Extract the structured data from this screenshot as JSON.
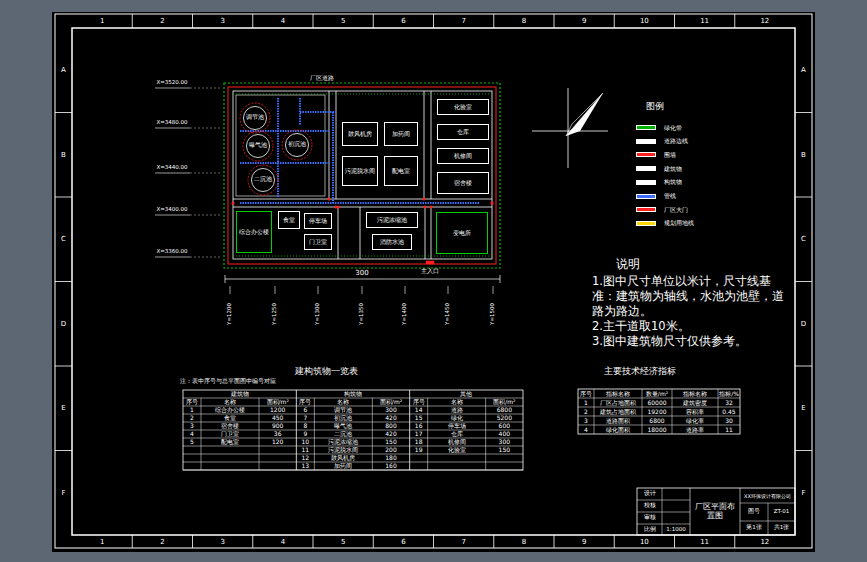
{
  "diagram": {
    "title": "厂区平面布置图",
    "nodes": [
      {
        "text": [
          "鼓风机房"
        ]
      },
      {
        "text": [
          "加药间"
        ]
      },
      {
        "text": [
          "污泥脱水间"
        ]
      },
      {
        "text": [
          "配电室"
        ]
      },
      {
        "text": [
          "化验室"
        ]
      },
      {
        "text": [
          "仓库"
        ]
      },
      {
        "text": [
          "机修间"
        ]
      },
      {
        "text": [
          "宿舍楼"
        ]
      },
      {
        "text": [
          "调节池"
        ]
      },
      {
        "text": [
          "初沉池"
        ]
      },
      {
        "text": [
          "曝气池"
        ]
      },
      {
        "text": [
          "二沉池"
        ]
      },
      {
        "text": [
          "综合办公楼"
        ]
      },
      {
        "text": [
          "食堂"
        ]
      },
      {
        "text": [
          "停车场"
        ]
      },
      {
        "text": [
          "门卫室"
        ]
      },
      {
        "text": [
          "污泥浓缩池"
        ]
      },
      {
        "text": [
          "消防水池"
        ]
      },
      {
        "text": [
          "变电所"
        ]
      }
    ],
    "labels": [
      "1",
      "2",
      "3",
      "4",
      "5",
      "6",
      "7",
      "8",
      "9",
      "10",
      "11",
      "12",
      "1",
      "2",
      "3",
      "4",
      "5",
      "6",
      "7",
      "8",
      "9",
      "10",
      "11",
      "12",
      "A",
      "B",
      "C",
      "D",
      "E",
      "F",
      "A",
      "B",
      "C",
      "D",
      "E",
      "F",
      "300",
      "主入口",
      "X=3520.00",
      "X=3480.00",
      "X=3440.00",
      "X=3400.00",
      "X=3360.00",
      "Y=1200",
      "Y=1250",
      "Y=1300",
      "Y=1350",
      "Y=1400",
      "Y=1450",
      "Y=1500",
      "厂区道路",
      "图例",
      "说明",
      "1.图中尺寸单位以米计，尺寸线基准：建筑物为轴线，水池为池壁，道路为路边。",
      "2.主干道取10米。",
      "3.图中建筑物尺寸仅供参考。",
      "建构筑物一览表",
      "注：表中序号与总平面图中编号对应",
      "建筑物",
      "构筑物",
      "其他",
      "序号",
      "名称",
      "面积/m²",
      "序号",
      "名称",
      "面积/m²",
      "序号",
      "名称",
      "面积/m²",
      "1",
      "综合办公楼",
      "1200",
      "2",
      "食堂",
      "450",
      "3",
      "宿舍楼",
      "900",
      "4",
      "门卫室",
      "36",
      "5",
      "配电室",
      "120",
      "6",
      "调节池",
      "300",
      "7",
      "初沉池",
      "420",
      "8",
      "曝气池",
      "800",
      "9",
      "二沉池",
      "420",
      "10",
      "污泥浓缩池",
      "150",
      "11",
      "污泥脱水间",
      "200",
      "12",
      "鼓风机房",
      "180",
      "13",
      "加药间",
      "160",
      "14",
      "道路",
      "6800",
      "15",
      "绿化",
      "5200",
      "16",
      "停车场",
      "600",
      "17",
      "仓库",
      "400",
      "18",
      "机修间",
      "300",
      "19",
      "化验室",
      "150",
      "主要技术经济指标",
      "序号",
      "指标名称",
      "数量/m²",
      "指标名称",
      "指标/%",
      "1",
      "厂区占地面积",
      "60000",
      "建筑密度",
      "32",
      "2",
      "建筑占地面积",
      "19200",
      "容积率",
      "0.45",
      "3",
      "道路面积",
      "6800",
      "绿化率",
      "30",
      "4",
      "绿化面积",
      "18000",
      "道路率",
      "11",
      "XX环保设计有限公司",
      "设计",
      "校核",
      "审核",
      "比例",
      "1:1000",
      "图号",
      "ZT-01",
      "第1张",
      "共1张"
    ],
    "legend": [
      {
        "text": "绿化带",
        "color": "#00b000"
      },
      {
        "text": "道路边线",
        "color": "#ffffff"
      },
      {
        "text": "围墙",
        "color": "#ff2020"
      },
      {
        "text": "建筑物",
        "color": "#ffffff"
      },
      {
        "text": "构筑物",
        "color": "#ffffff"
      },
      {
        "text": "管线",
        "color": "#3a6cff"
      },
      {
        "text": "厂区大门",
        "color": "#ff2020"
      },
      {
        "text": "规划用地线",
        "color": "#ffd700"
      }
    ]
  }
}
